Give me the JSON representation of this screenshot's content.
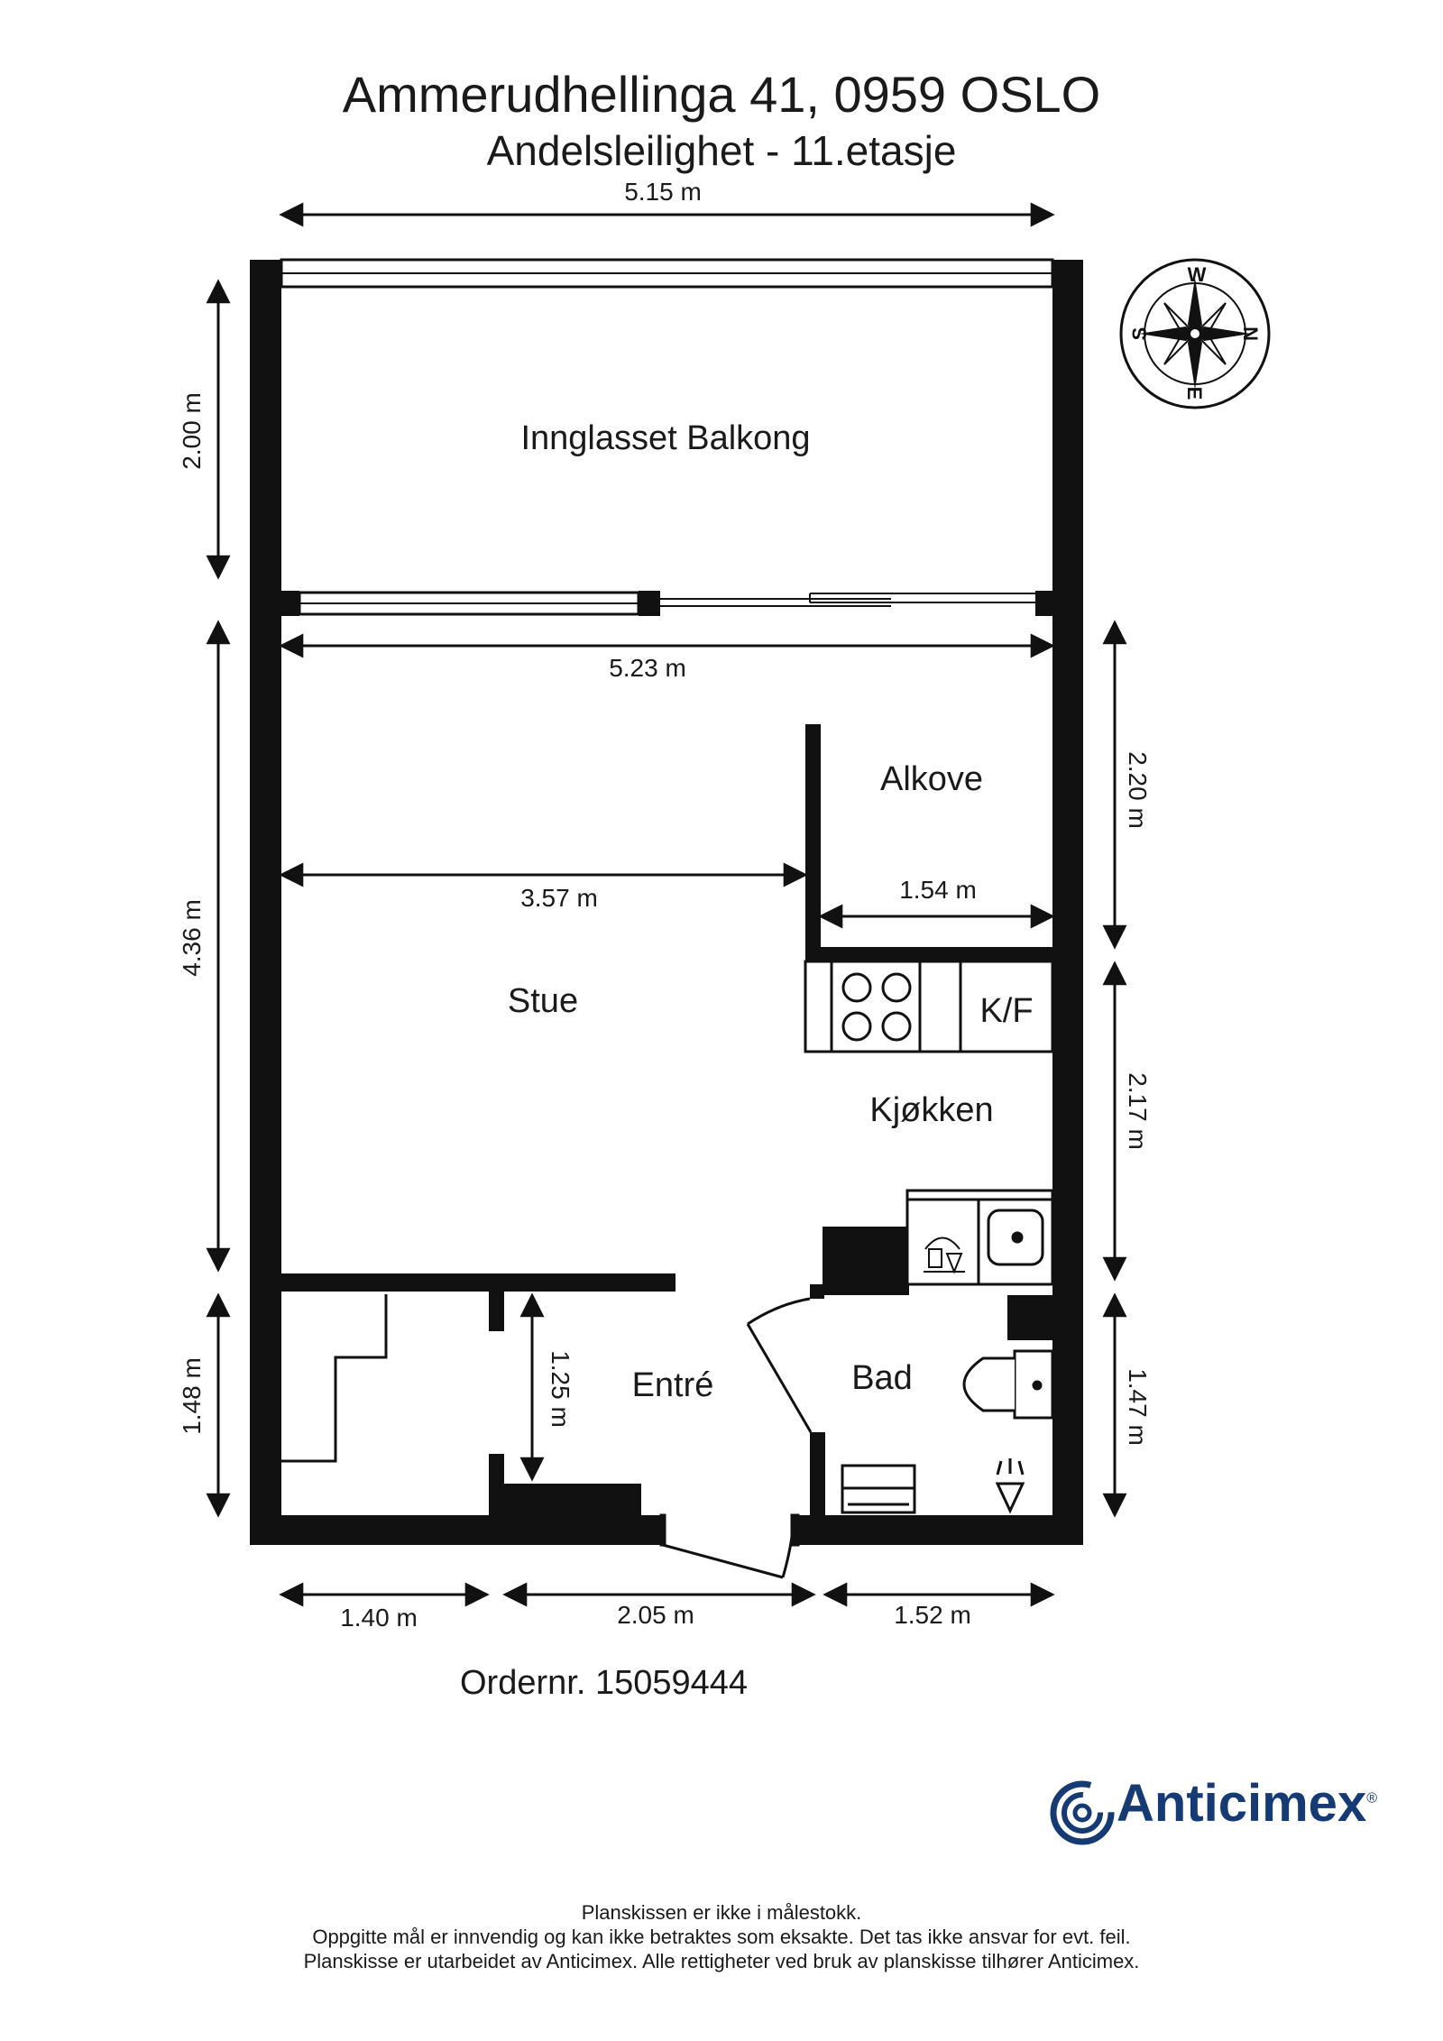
{
  "header": {
    "address": "Ammerudhellinga 41, 0959 OSLO",
    "subtitle": "Andelsleilighet  - 11.etasje"
  },
  "rooms": {
    "balcony": "Innglasset Balkong",
    "alcove": "Alkove",
    "living": "Stue",
    "fridge": "K/F",
    "kitchen": "Kjøkken",
    "hall": "Entré",
    "bath": "Bad"
  },
  "dimensions": {
    "top_width": "5.15 m",
    "balcony_depth": "2.00 m",
    "inner_width": "5.23 m",
    "living_depth": "4.36 m",
    "alcove_depth": "2.20 m",
    "living_width": "3.57 m",
    "alcove_width": "1.54 m",
    "kitchen_depth": "2.17 m",
    "hall_depth_left": "1.48 m",
    "hall_depth_inner": "1.25 m",
    "bath_depth": "1.47 m",
    "bottom_left": "1.40 m",
    "bottom_mid": "2.05 m",
    "bottom_right": "1.52 m"
  },
  "compass": {
    "n": "N",
    "s": "S",
    "e": "E",
    "w": "W"
  },
  "order": "Ordernr. 15059444",
  "brand": {
    "name": "Anticimex",
    "reg": "®",
    "color": "#163a73"
  },
  "disclaimer": [
    "Planskissen er ikke i målestokk.",
    "Oppgitte mål er innvendig og kan ikke betraktes som eksakte. Det tas ikke ansvar for evt. feil.",
    "Planskisse er utarbeidet av Anticimex. Alle rettigheter ved bruk av planskisse tilhører Anticimex."
  ]
}
